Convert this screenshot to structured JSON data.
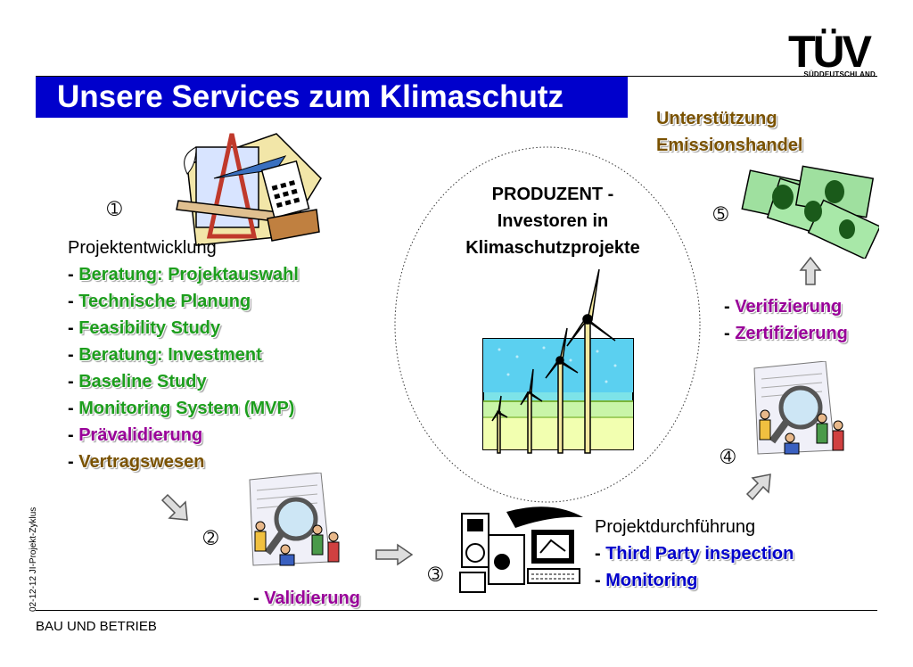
{
  "header": {
    "title": "Unsere Services zum Klimaschutz",
    "logo_main": "TÜV",
    "logo_sub": "SÜDDEUTSCHLAND"
  },
  "center": {
    "line1": "PRODUZENT -",
    "line2": "Investoren in",
    "line3": "Klimaschutzprojekte"
  },
  "step1": {
    "number": "➀",
    "heading": "Projektentwicklung",
    "items": [
      {
        "dash": "- ",
        "text": "Beratung: Projektauswahl"
      },
      {
        "dash": "- ",
        "text": "Technische Planung"
      },
      {
        "dash": "- ",
        "text": "Feasibility Study"
      },
      {
        "dash": "- ",
        "text": "Beratung: Investment"
      },
      {
        "dash": "- ",
        "text": "Baseline Study"
      },
      {
        "dash": "- ",
        "text": "Monitoring System (MVP)"
      },
      {
        "dash": "- ",
        "text": "Prävalidierung"
      },
      {
        "dash": "- ",
        "text": "Vertragswesen"
      }
    ]
  },
  "step2": {
    "number": "➁",
    "dash": "- ",
    "text": "Validierung"
  },
  "step3": {
    "number": "➂",
    "heading": "Projektdurchführung",
    "items": [
      {
        "dash": "- ",
        "text": "Third Party inspection"
      },
      {
        "dash": "- ",
        "text": "Monitoring"
      }
    ]
  },
  "step4": {
    "number": "➃",
    "items": [
      {
        "dash": "- ",
        "text": "Verifizierung"
      },
      {
        "dash": "- ",
        "text": "Zertifizierung"
      }
    ]
  },
  "step5": {
    "number": "➄",
    "line1": "Unterstützung",
    "line2": "Emissionshandel"
  },
  "side_label": "02-12-12     JI-Projekt-Zyklus",
  "footer": "BAU UND BETRIEB",
  "colors": {
    "title_bar": "#0000cc",
    "green": "#1d9e1d",
    "magenta": "#990099",
    "brown": "#7a5200",
    "blue": "#0000cc"
  }
}
